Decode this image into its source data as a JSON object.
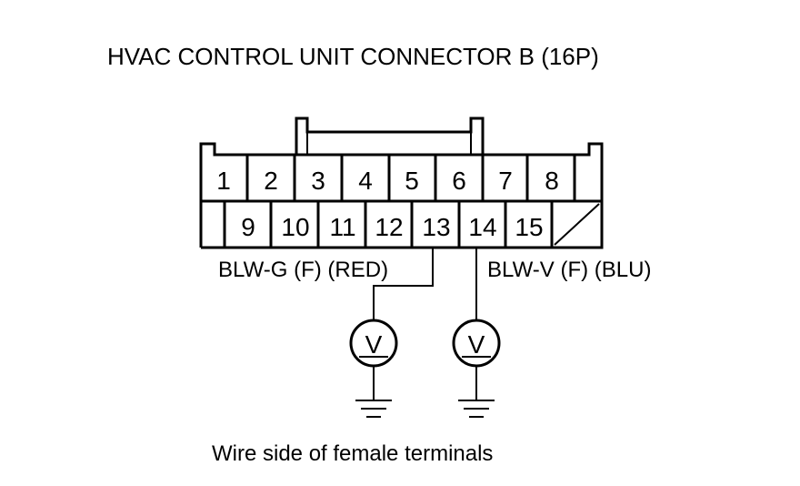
{
  "title": "HVAC CONTROL UNIT CONNECTOR B (16P)",
  "connector": {
    "top_row": [
      "1",
      "2",
      "3",
      "4",
      "5",
      "6",
      "7",
      "8"
    ],
    "bottom_row": [
      "9",
      "10",
      "11",
      "12",
      "13",
      "14",
      "15"
    ]
  },
  "wires": {
    "left": "BLW-G (F) (RED)",
    "right": "BLW-V (F) (BLU)"
  },
  "meters": {
    "left_symbol": "V",
    "right_symbol": "V"
  },
  "caption": "Wire side of female terminals",
  "icons": [
    "voltmeter-icon",
    "ground-icon"
  ]
}
